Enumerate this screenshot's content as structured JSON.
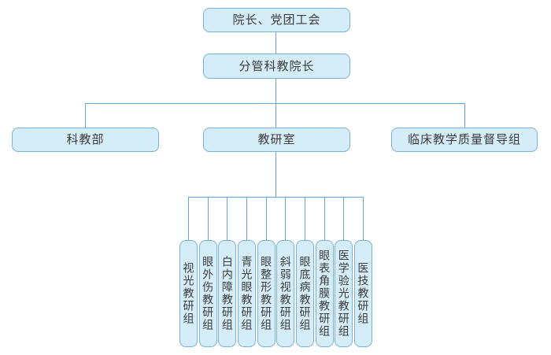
{
  "org_chart": {
    "root": {
      "label": "院长、党团工会"
    },
    "vice_dean": {
      "label": "分管科教院长"
    },
    "departments": [
      {
        "label": "科教部"
      },
      {
        "label": "教研室"
      },
      {
        "label": "临床教学质量督导组"
      }
    ],
    "teaching_groups": [
      "视光教研组",
      "眼外伤教研组",
      "白内障教研组",
      "青光眼教研组",
      "眼整形教研组",
      "斜弱视教研组",
      "眼底病教研组",
      "眼表角膜教研组",
      "医学验光教研组",
      "医技教研组"
    ],
    "colors": {
      "box_fill": "#d5ecf9",
      "box_border": "#79b2d8",
      "connector": "#6fa3d8",
      "text": "#3c3c3c",
      "background": "#ffffff"
    }
  }
}
